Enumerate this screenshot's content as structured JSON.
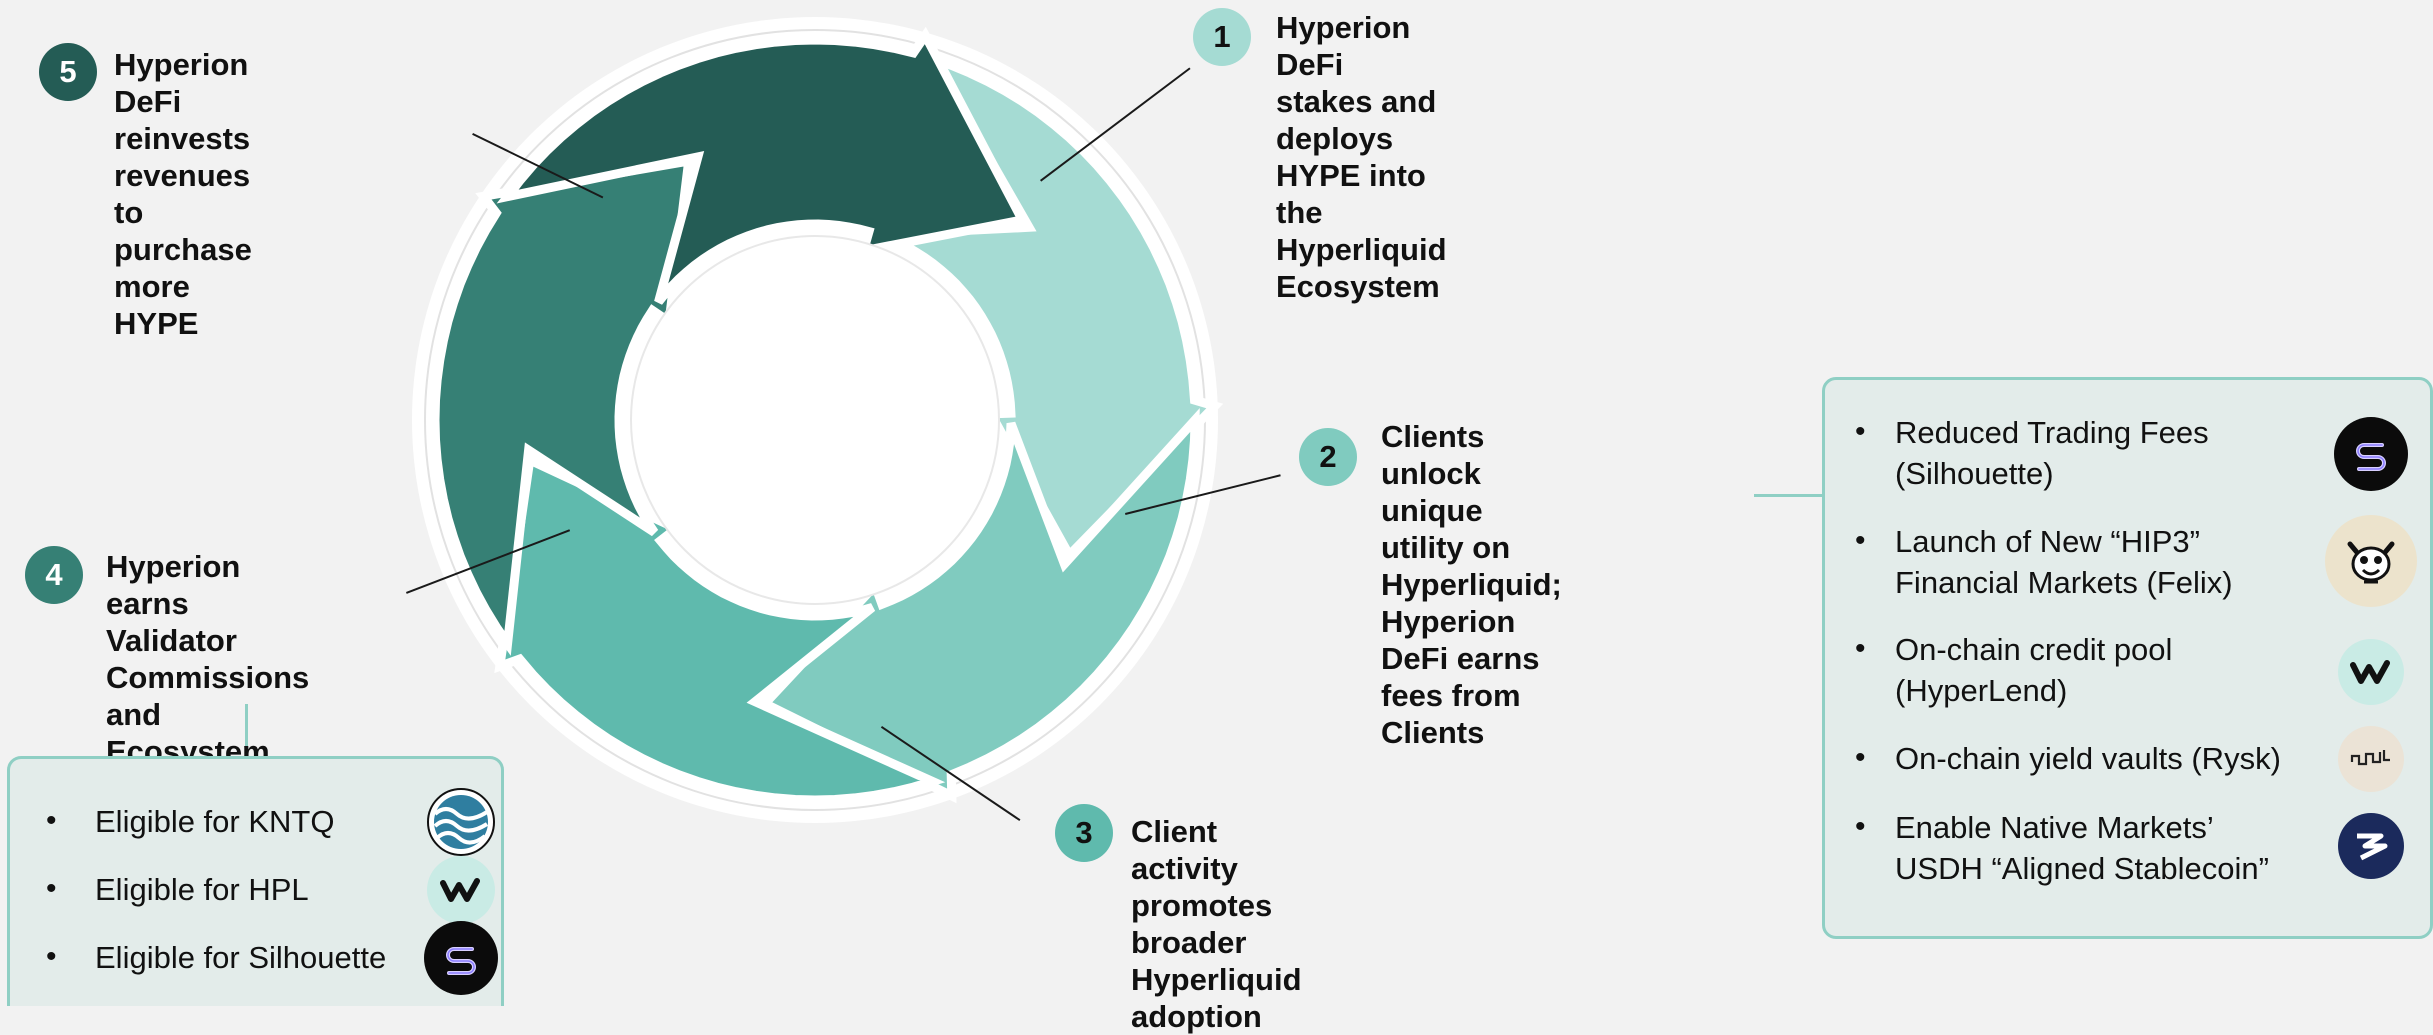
{
  "colors": {
    "step1": "#a5dbd3",
    "step2": "#80cbbf",
    "step3": "#5fbaad",
    "step4": "#368075",
    "step5": "#245c55",
    "background": "#f2f2f2",
    "panel_fill": "#e3ecea",
    "panel_border": "#8fcfc4"
  },
  "steps": [
    {
      "number": "1",
      "lines": [
        "Hyperion DeFi stakes and",
        "deploys HYPE into the",
        "Hyperliquid Ecosystem"
      ]
    },
    {
      "number": "2",
      "lines": [
        "Clients unlock unique",
        "utility on Hyperliquid;",
        "Hyperion DeFi earns",
        "fees from Clients"
      ]
    },
    {
      "number": "3",
      "lines": [
        "Client activity",
        "promotes broader",
        "Hyperliquid adoption"
      ]
    },
    {
      "number": "4",
      "lines": [
        "Hyperion earns",
        "Validator",
        "Commissions and",
        "Ecosystem Rewards"
      ]
    },
    {
      "number": "5",
      "lines": [
        "Hyperion DeFi",
        "reinvests revenues to",
        "purchase more HYPE"
      ]
    }
  ],
  "right_panel": {
    "items": [
      {
        "bullet": "•",
        "lines": [
          "Reduced Trading Fees",
          "(Silhouette)"
        ],
        "logo_icon": "silhouette-logo-icon"
      },
      {
        "bullet": "•",
        "lines": [
          "Launch of New “HIP3”",
          "Financial Markets (Felix)"
        ],
        "logo_icon": "felix-logo-icon"
      },
      {
        "bullet": "•",
        "lines": [
          "On-chain credit pool",
          "(HyperLend)"
        ],
        "logo_icon": "hyperlend-logo-icon"
      },
      {
        "bullet": "•",
        "lines": [
          "On-chain yield vaults (Rysk)"
        ],
        "logo_icon": "rysk-logo-icon"
      },
      {
        "bullet": "•",
        "lines": [
          "Enable Native Markets’",
          "USDH “Aligned Stablecoin”"
        ],
        "logo_icon": "native-markets-logo-icon"
      }
    ]
  },
  "left_panel": {
    "items": [
      {
        "bullet": "•",
        "lines": [
          "Eligible for KNTQ"
        ],
        "logo_icon": "kinetiq-logo-icon"
      },
      {
        "bullet": "•",
        "lines": [
          "Eligible for HPL"
        ],
        "logo_icon": "hyperlend-logo-icon"
      },
      {
        "bullet": "•",
        "lines": [
          "Eligible for Silhouette"
        ],
        "logo_icon": "silhouette-logo-icon"
      }
    ]
  }
}
